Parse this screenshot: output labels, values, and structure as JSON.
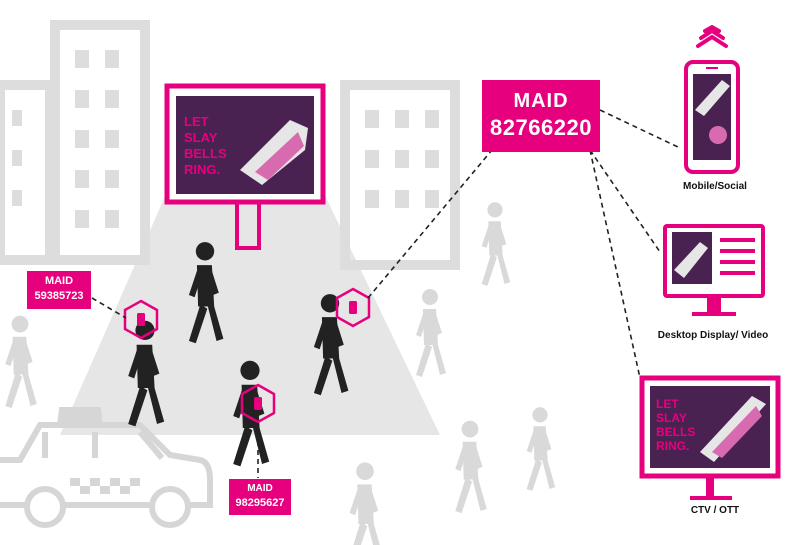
{
  "colors": {
    "accent": "#e6007e",
    "ad_background": "#4a2252",
    "figure_dark": "#222222",
    "figure_light": "#d9d9d9",
    "building": "#e3e3e3",
    "beam": "#e6e6e6"
  },
  "main_maid": {
    "label": "MAID",
    "id": "82766220"
  },
  "person_maids": [
    {
      "label": "MAID",
      "id": "59385723"
    },
    {
      "label": "MAID",
      "id": "98295627"
    }
  ],
  "billboard_ad": {
    "lines": [
      "LET",
      "SLAY",
      "BELLS",
      "RING."
    ]
  },
  "devices": [
    {
      "name": "Mobile/Social",
      "icon": "smartphone-icon"
    },
    {
      "name": "Desktop Display/ Video",
      "icon": "desktop-monitor-icon"
    },
    {
      "name": "CTV / OTT",
      "icon": "tv-icon"
    }
  ],
  "icons": [
    "wifi-signal-icon",
    "taxi-icon",
    "building-icon",
    "billboard-icon",
    "hexagon-phone-icon",
    "person-walking-icon"
  ]
}
